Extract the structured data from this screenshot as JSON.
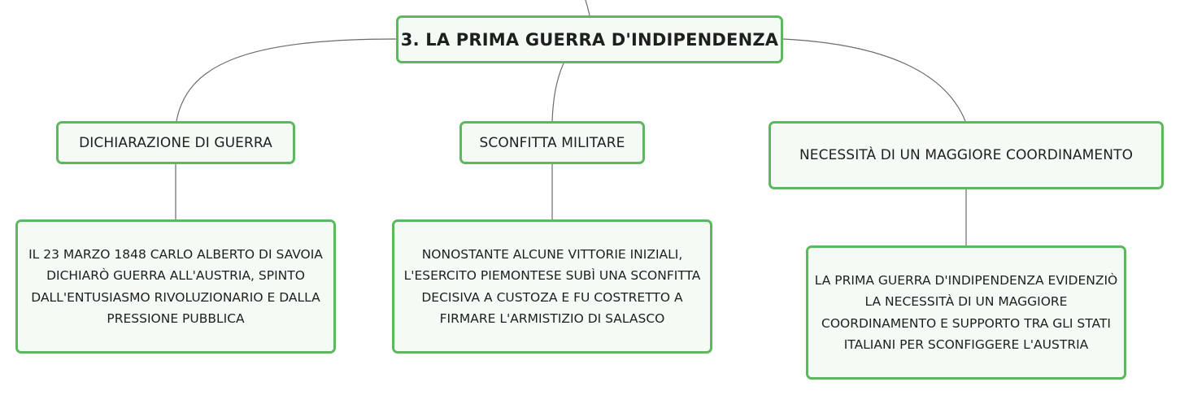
{
  "diagram": {
    "root": {
      "label": "3. LA PRIMA GUERRA D'INDIPENDENZA"
    },
    "branches": [
      {
        "label": "DICHIARAZIONE DI GUERRA",
        "detail": "IL 23 MARZO 1848 CARLO ALBERTO DI SAVOIA DICHIARÒ GUERRA ALL'AUSTRIA, SPINTO DALL'ENTUSIASMO RIVOLUZIONARIO E DALLA PRESSIONE PUBBLICA"
      },
      {
        "label": "SCONFITTA MILITARE",
        "detail": "NONOSTANTE ALCUNE VITTORIE INIZIALI, L'ESERCITO PIEMONTESE SUBÌ UNA SCONFITTA DECISIVA A CUSTOZA E FU COSTRETTO A FIRMARE L'ARMISTIZIO DI SALASCO"
      },
      {
        "label": "NECESSITÀ DI UN MAGGIORE COORDINAMENTO",
        "detail": "LA PRIMA GUERRA D'INDIPENDENZA EVIDENZIÒ LA NECESSITÀ DI UN MAGGIORE COORDINAMENTO E SUPPORTO TRA GLI STATI ITALIANI PER SCONFIGGERE L'AUSTRIA"
      }
    ]
  },
  "colors": {
    "node_border": "#5cb85c",
    "node_fill": "#f4fbf4",
    "connector": "#6b6b6b",
    "text": "#1f1f1f"
  }
}
